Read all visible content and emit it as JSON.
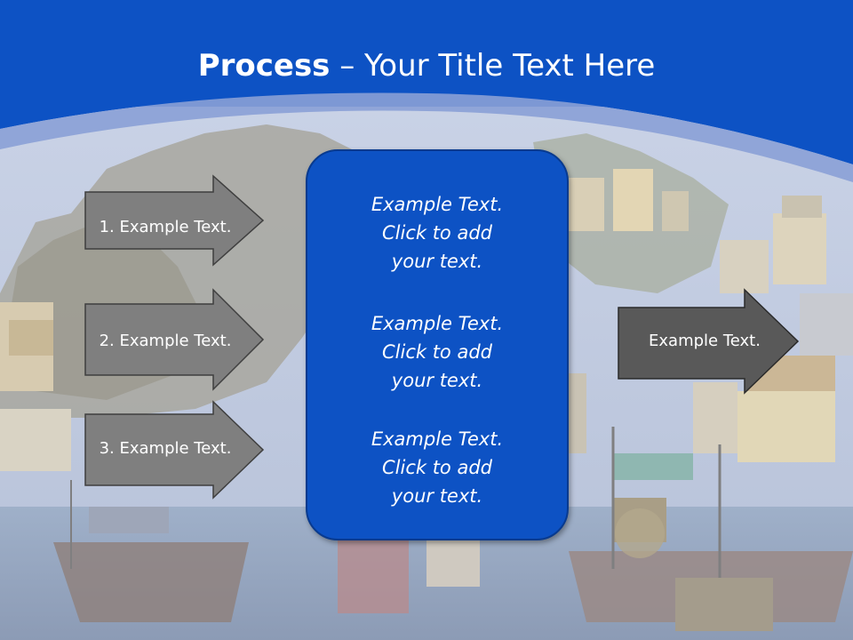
{
  "title": {
    "bold": "Process",
    "rest": " – Your Title Text Here"
  },
  "left_arrows": [
    {
      "label": "1. Example Text."
    },
    {
      "label": "2. Example Text."
    },
    {
      "label": "3. Example Text."
    }
  ],
  "center_blocks": [
    {
      "lines": [
        "Example Text.",
        "Click  to add",
        "your text."
      ]
    },
    {
      "lines": [
        "Example Text.",
        "Click  to add",
        "your text."
      ]
    },
    {
      "lines": [
        "Example Text.",
        "Click  to add",
        "your text."
      ]
    }
  ],
  "right_arrow": {
    "label": "Example Text."
  },
  "colors": {
    "header_blue": "#0d52c4",
    "arrow_gray": "#7f7f7f",
    "arrow_dark": "#595959",
    "box_blue": "#0d52c4"
  }
}
